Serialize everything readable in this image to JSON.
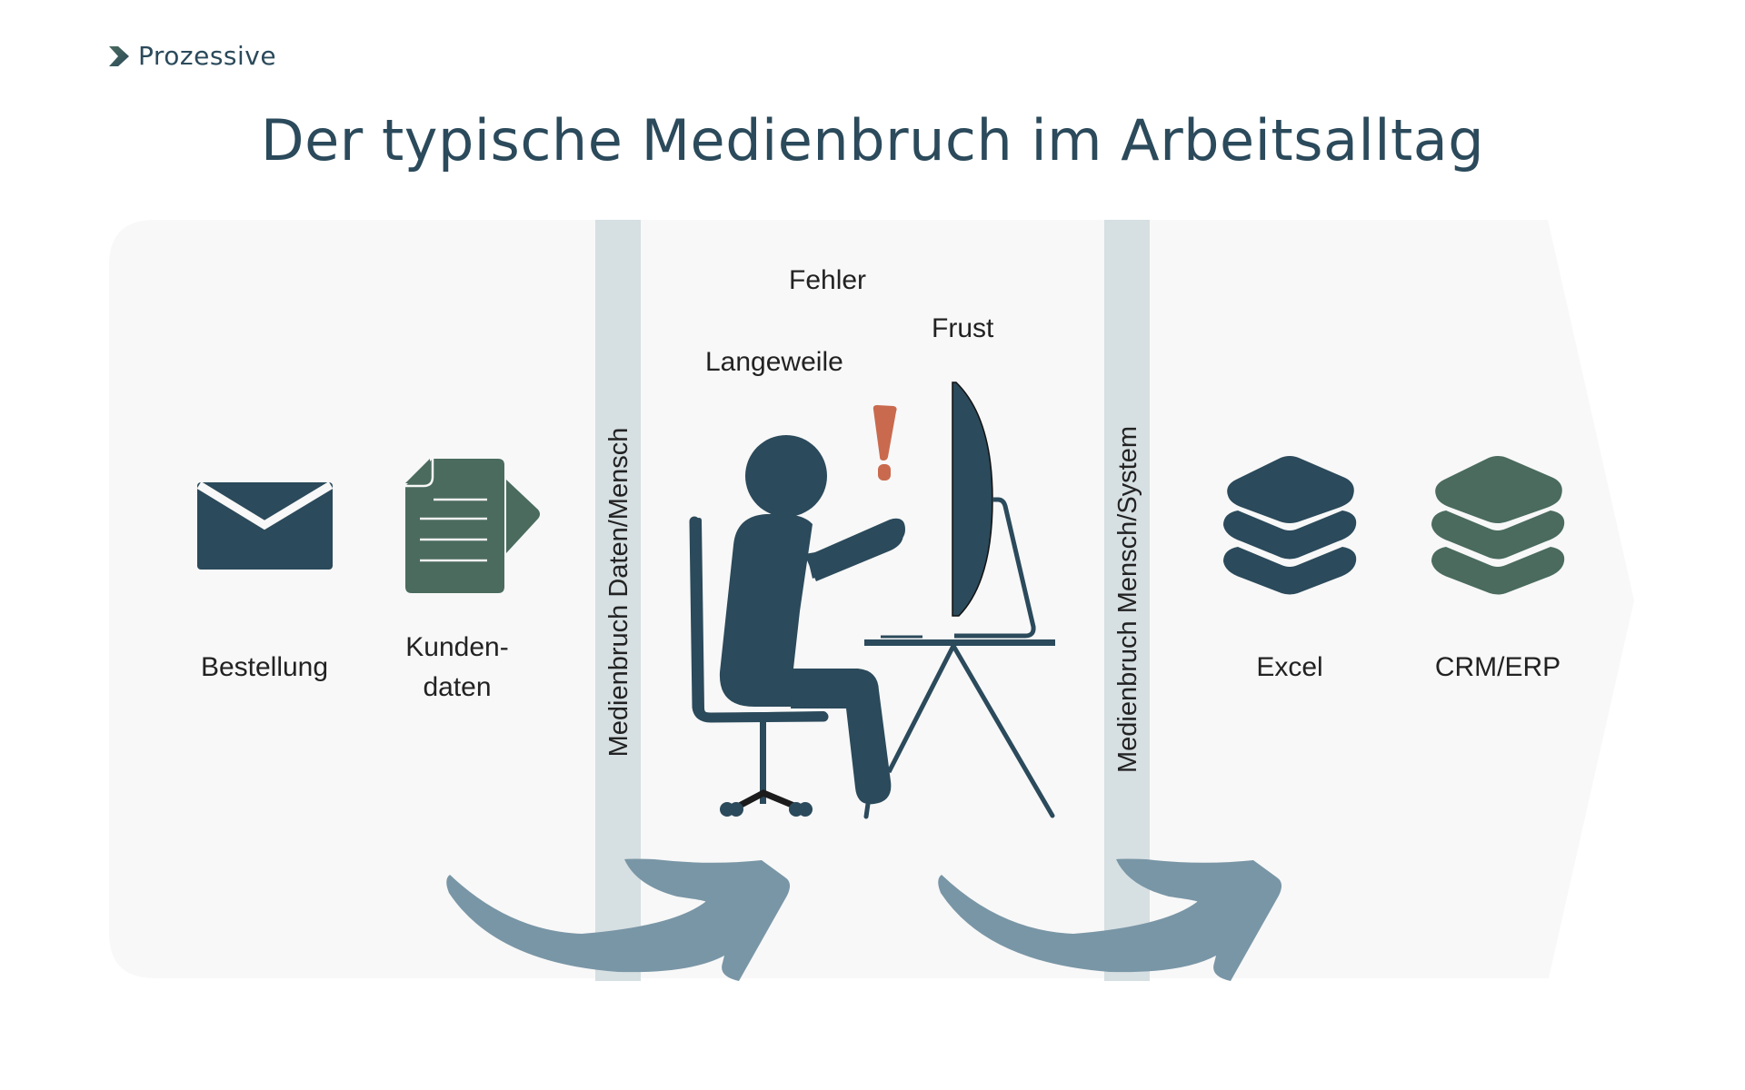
{
  "brand": {
    "name": "Prozessive",
    "logo_icon": "chevron-right-icon",
    "colors": {
      "primary": "#2b4a5b",
      "secondary": "#4a6b5e",
      "accent": "#c96a4e",
      "arrow": "#7996a6",
      "band": "#d6dfe2",
      "panel": "#f8f8f8"
    }
  },
  "title": "Der typische Medienbruch im Arbeitsalltag",
  "sources": [
    {
      "label": "Bestellung",
      "icon": "envelope-icon"
    },
    {
      "label_line1": "Kunden-",
      "label_line2": "daten",
      "icon": "document-send-icon"
    }
  ],
  "breaks": [
    {
      "label": "Medienbruch Daten/Mensch"
    },
    {
      "label": "Medienbruch Mensch/System"
    }
  ],
  "human": {
    "illustration": "person-at-computer-icon",
    "alert_icon": "exclamation-icon",
    "feelings": [
      "Fehler",
      "Frust",
      "Langeweile"
    ]
  },
  "targets": [
    {
      "label": "Excel",
      "icon": "layers-stack-icon"
    },
    {
      "label": "CRM/ERP",
      "icon": "layers-stack-icon"
    }
  ],
  "flow_arrows": [
    "curved-arrow-icon",
    "curved-arrow-icon"
  ]
}
